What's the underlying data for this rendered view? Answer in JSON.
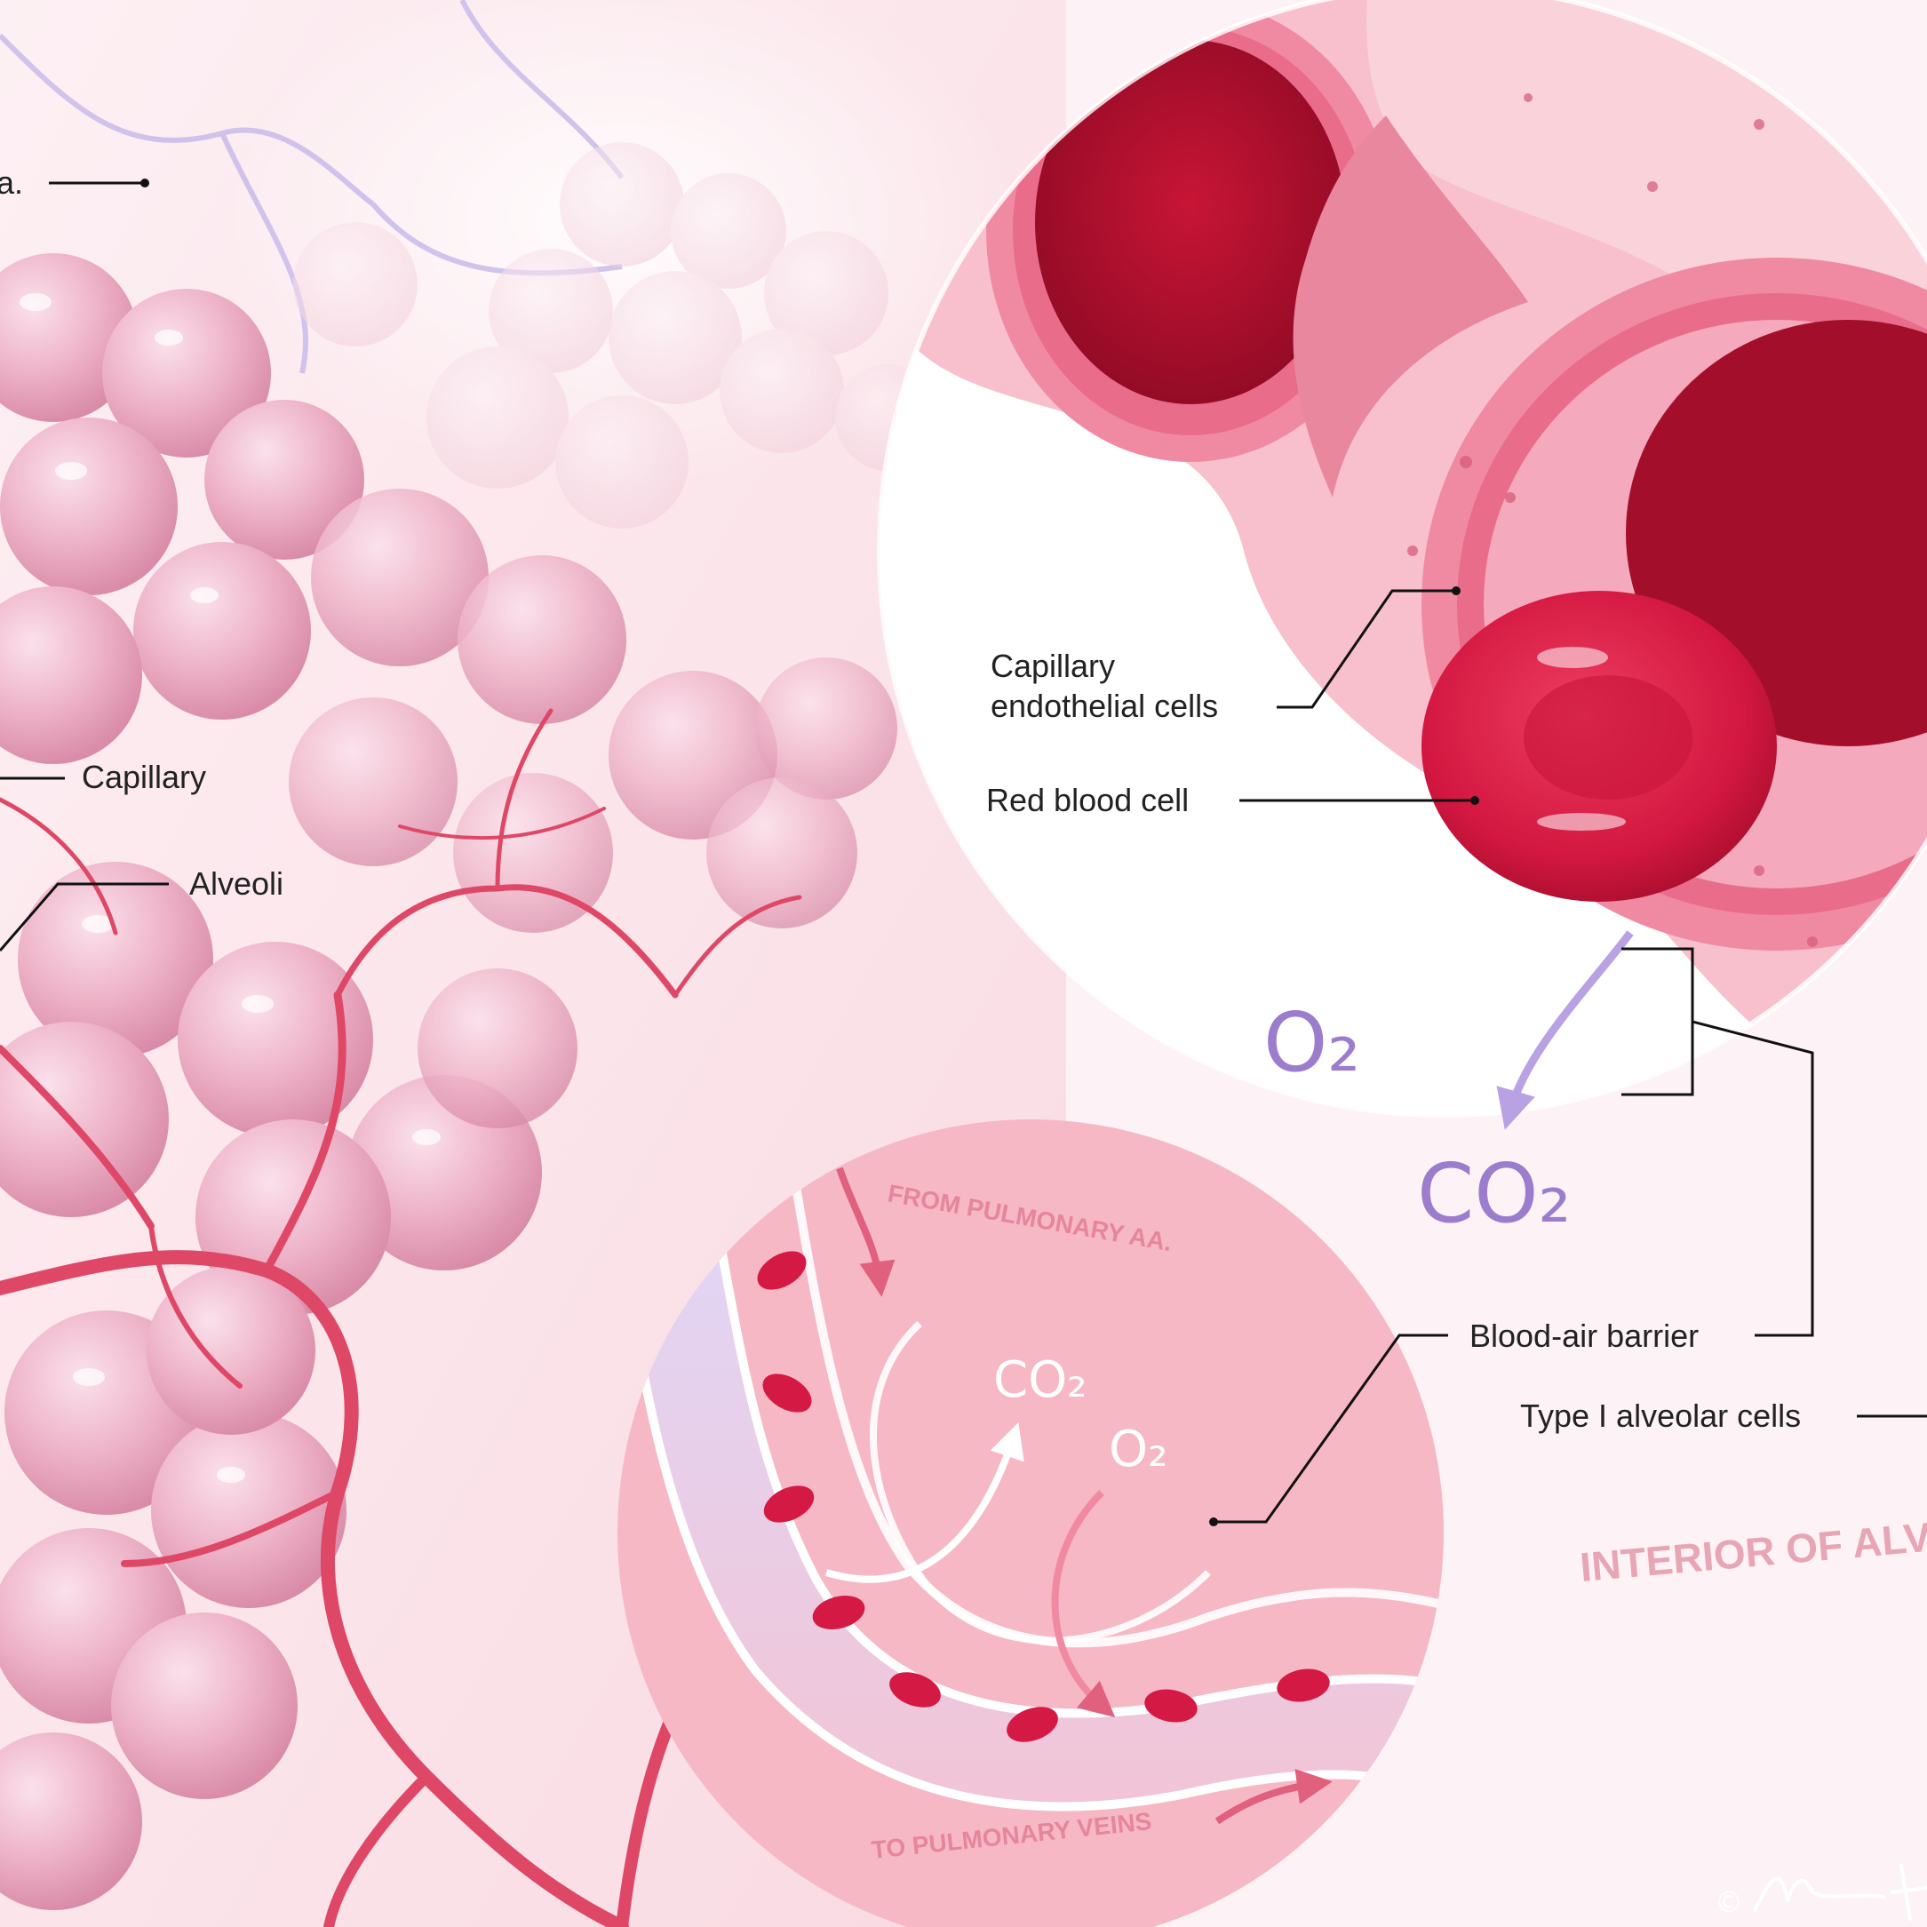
{
  "labels": {
    "top_left": "a.",
    "capillary": "Capillary",
    "alveoli": "Alveoli",
    "capillary_endothelial_line1": "Capillary",
    "capillary_endothelial_line2": "endothelial cells",
    "red_blood_cell": "Red blood cell",
    "blood_air_barrier": "Blood-air barrier",
    "type1_alveolar": "Type I alveolar cells"
  },
  "gases": {
    "o2_large": "O₂",
    "co2_large": "CO₂",
    "o2_small": "O₂",
    "co2_small": "CO₂"
  },
  "flow": {
    "from": "FROM PULMONARY AA.",
    "to": "TO PULMONARY VEINS"
  },
  "interior_label": "INTERIOR OF ALVE",
  "signature": {
    "copyright": "©"
  },
  "colors": {
    "gas_label": "#9c7ccc",
    "caption_pink": "#e5869a",
    "rbc": "#d41a44",
    "capillary_wall": "#f090a6"
  }
}
